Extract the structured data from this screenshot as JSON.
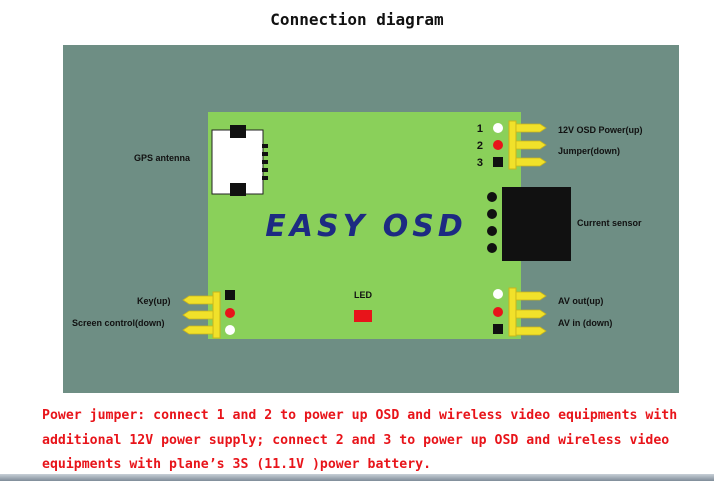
{
  "title": "Connection diagram",
  "board": {
    "name": "EASY OSD",
    "color": "#8ad05a",
    "panel_color": "#6e8e84"
  },
  "labels": {
    "gps_antenna": "GPS antenna",
    "power_up": "12V OSD Power(up)",
    "jumper_down": "Jumper(down)",
    "current_sensor": "Current sensor",
    "key_up": "Key(up)",
    "screen_control": "Screen control(down)",
    "led": "LED",
    "av_out": "AV out(up)",
    "av_in": "AV in (down)"
  },
  "pin_numbers": [
    "1",
    "2",
    "3"
  ],
  "pin_colors": {
    "white": "#ffffff",
    "red": "#e8141a",
    "black": "#111111",
    "header": "#f1e12a"
  },
  "note_lines": [
    "Power jumper: connect 1 and 2 to power up OSD and wireless video equipments with",
    "additional 12V power supply; connect 2 and 3 to power up OSD and wireless video",
    "equipments with plane’s 3S (11.1V )power battery."
  ]
}
